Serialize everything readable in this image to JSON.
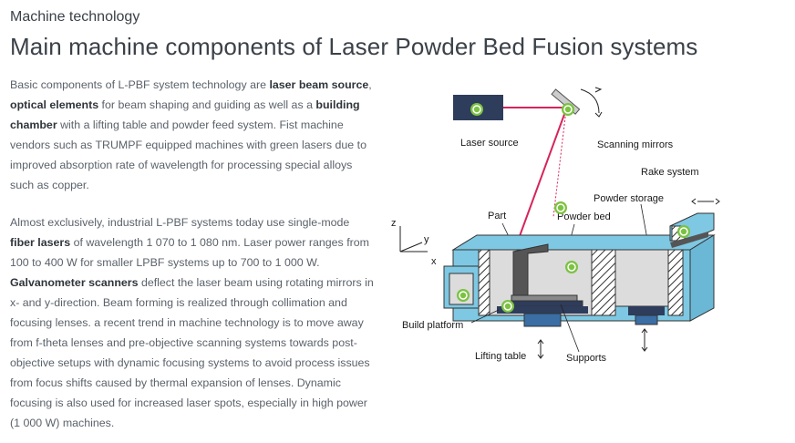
{
  "page": {
    "eyebrow": "Machine technology",
    "title": "Main machine components of Laser Powder Bed Fusion systems"
  },
  "paragraph1": {
    "t1": "Basic components of L-PBF system technology are ",
    "b1": "laser beam source",
    "t2": ", ",
    "b2": "optical elements",
    "t3": " for beam shaping and guiding as well as a ",
    "b3": "building chamber",
    "t4": " with a lifting table and powder feed system. Fist machine vendors such as TRUMPF equipped machines with green lasers due to improved absorption rate of wavelength for processing special alloys such as copper."
  },
  "paragraph2": {
    "t1": "Almost exclusively, industrial L-PBF systems today use single-mode ",
    "b1": "fiber lasers",
    "t2": " of wavelength 1 070 to 1 080 nm. Laser power ranges from 100 to 400 W for smaller LPBF systems up to 700 to 1 000 W. ",
    "b2": "Galvanometer scanners",
    "t3": " deflect the laser beam using rotating mirrors in x- and y-direction. Beam forming is realized through collimation and focusing lenses. a recent trend in machine technology is to move away from f-theta lenses and pre-objective scanning systems towards post-objective setups with dynamic focusing systems to avoid process issues from focus shifts caused by thermal expansion of lenses. Dynamic focusing is also used for increased laser spots, especially in high power (1 000 W) machines."
  },
  "diagram": {
    "labels": {
      "laser_source": "Laser source",
      "scanning_mirrors": "Scanning mirrors",
      "rake_system": "Rake system",
      "powder_storage": "Powder storage",
      "part": "Part",
      "powder_bed": "Powder bed",
      "build_platform": "Build platform",
      "lifting_table": "Lifting table",
      "supports": "Supports",
      "axis_z": "z",
      "axis_y": "y",
      "axis_x": "x"
    },
    "colors": {
      "hotspot": "#7cc242",
      "laser": "#d6245a",
      "chamber": "#7ec8e3",
      "powder": "#dcdcdc",
      "part": "#555555",
      "laser_box": "#2e3d5c"
    }
  }
}
